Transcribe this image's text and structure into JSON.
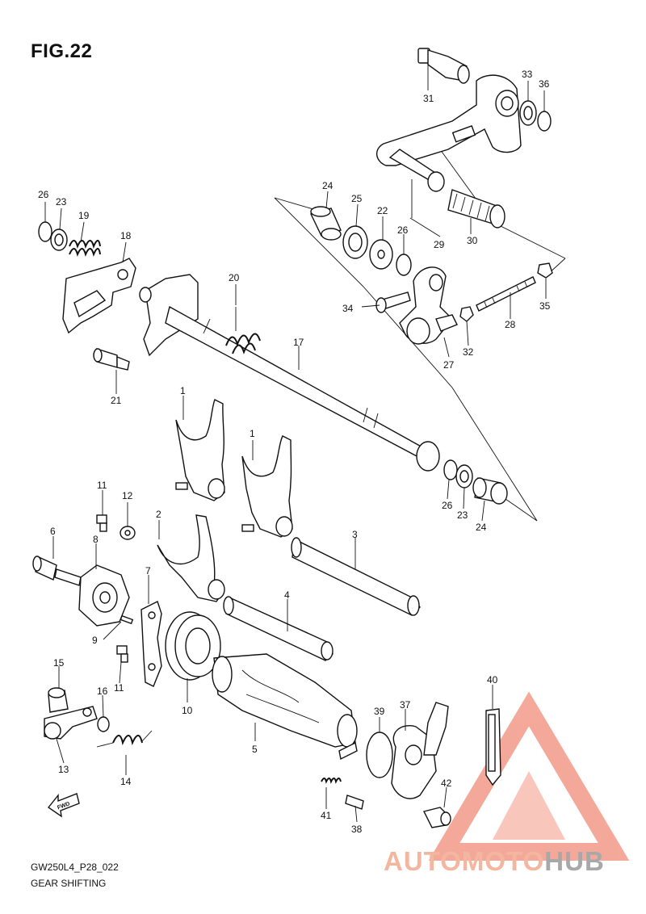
{
  "figure": {
    "title": "FIG.22",
    "code": "GW250L4_P28_022",
    "caption": "GEAR SHIFTING"
  },
  "fwd_label": "FWD",
  "watermark": {
    "part1": "AUTOMOTO",
    "part2": "HUB",
    "color_primary": "#f08c78",
    "color_secondary": "#a8a8a8"
  },
  "callouts": {
    "c31": "31",
    "c33": "33",
    "c36": "36",
    "c26a": "26",
    "c23a": "23",
    "c19": "19",
    "c18": "18",
    "c24a": "24",
    "c25": "25",
    "c22": "22",
    "c26b": "26",
    "c29": "29",
    "c30": "30",
    "c20": "20",
    "c34": "34",
    "c35": "35",
    "c28": "28",
    "c32": "32",
    "c27": "27",
    "c17": "17",
    "c21": "21",
    "c1a": "1",
    "c1b": "1",
    "c11a": "11",
    "c12": "12",
    "c26c": "26",
    "c23b": "23",
    "c24b": "24",
    "c2": "2",
    "c3": "3",
    "c6": "6",
    "c8": "8",
    "c7": "7",
    "c4": "4",
    "c9": "9",
    "c11b": "11",
    "c15": "15",
    "c16": "16",
    "c10": "10",
    "c5": "5",
    "c39": "39",
    "c37": "37",
    "c40": "40",
    "c13": "13",
    "c14": "14",
    "c42": "42",
    "c41": "41",
    "c38": "38"
  }
}
